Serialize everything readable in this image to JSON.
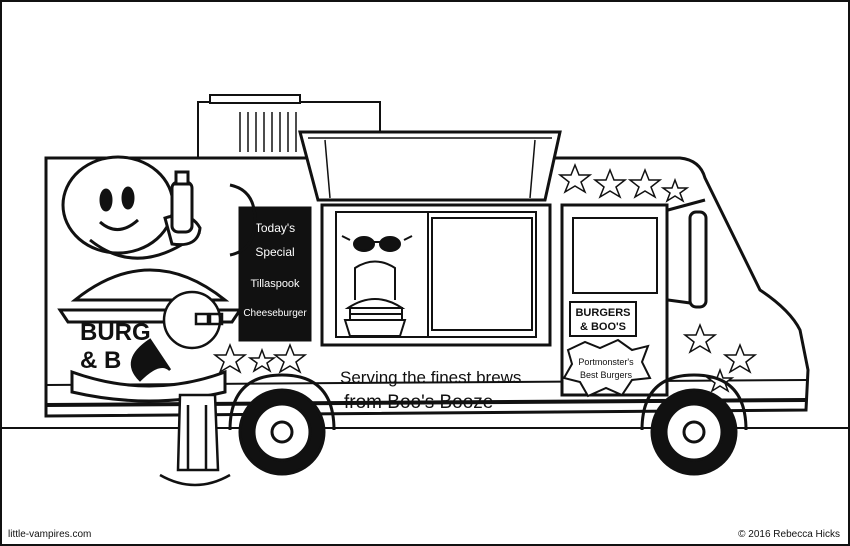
{
  "truck": {
    "special_board": {
      "line1": "Today's",
      "line2": "Special",
      "line3": "Tillaspook",
      "line4": "Cheeseburger"
    },
    "side_logo": {
      "line1": "BURG",
      "line2": "& B"
    },
    "slogan": {
      "line1": "Serving the finest brews",
      "line2": "from Boo's Booze"
    },
    "door_sign": {
      "line1": "BURGERS",
      "line2": "& BOO'S"
    },
    "badge": {
      "line1": "Portmonster's",
      "line2": "Best Burgers"
    }
  },
  "credits": {
    "site": "little-vampires.com",
    "copyright": "© 2016 Rebecca Hicks"
  },
  "colors": {
    "ink": "#111111",
    "paper": "#ffffff"
  }
}
